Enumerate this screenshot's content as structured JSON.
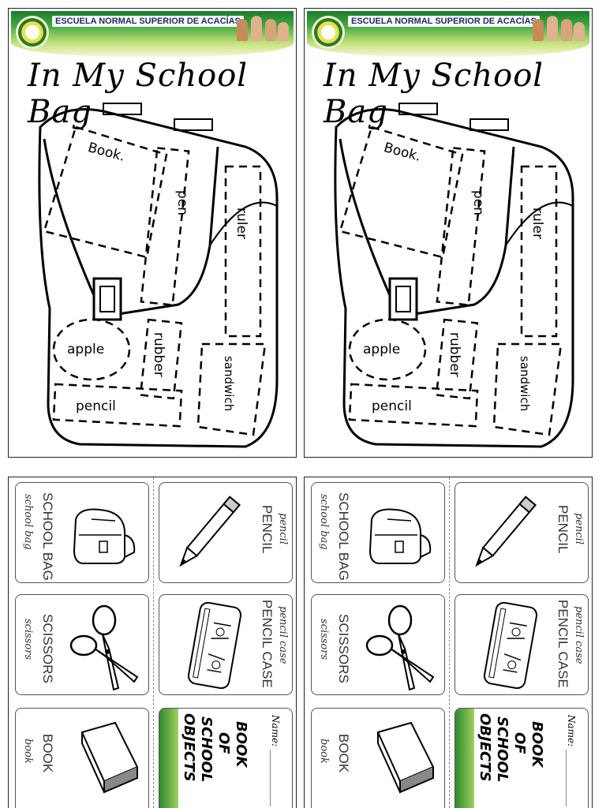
{
  "school_name": "ESCUELA NORMAL SUPERIOR DE ACACÍAS",
  "worksheet": {
    "title": "In My School Bag",
    "labels": {
      "book": "Book.",
      "pen": "pen",
      "ruler": "ruler",
      "apple": "apple",
      "rubber": "rubber",
      "sandwich": "sandwich",
      "pencil": "pencil"
    }
  },
  "cards": {
    "school_bag": {
      "caps": "SCHOOL BAG",
      "hand": "school bag",
      "icon": "backpack-icon"
    },
    "pencil": {
      "caps": "PENCIL",
      "hand": "pencil",
      "icon": "pencil-icon"
    },
    "scissors": {
      "caps": "SCISSORS",
      "hand": "scissors",
      "icon": "scissors-icon"
    },
    "pencil_case": {
      "caps": "PENCIL CASE",
      "hand": "pencil case",
      "icon": "pencil-case-icon"
    },
    "book": {
      "caps": "BOOK",
      "hand": "book",
      "icon": "book-icon"
    }
  },
  "cover": {
    "title_line1": "BOOK",
    "title_line2": "OF",
    "title_line3": "SCHOOL",
    "title_line4": "OBJECTS",
    "name_label": "Name: ____________"
  }
}
